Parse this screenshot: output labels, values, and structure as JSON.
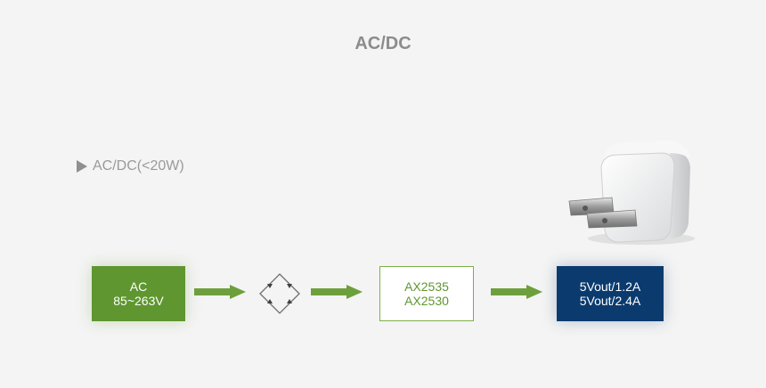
{
  "title": "AC/DC",
  "subtitle": "AC/DC(<20W)",
  "blocks": {
    "input": {
      "line1": "AC",
      "line2": "85~263V"
    },
    "controller": {
      "line1": "AX2535",
      "line2": "AX2530"
    },
    "output": {
      "line1": "5Vout/1.2A",
      "line2": "5Vout/2.4A"
    }
  },
  "colors": {
    "green": "#5f9630",
    "navy": "#0b3b6e",
    "text_gray": "#8c8c8c"
  },
  "icons": [
    "triangle-bullet-icon",
    "arrow-right-icon",
    "diode-bridge-icon",
    "usb-charger-icon"
  ]
}
